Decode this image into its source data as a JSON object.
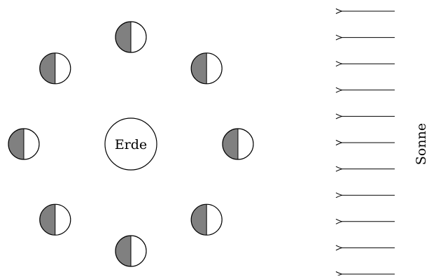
{
  "earth": {
    "label": "Erde"
  },
  "sun": {
    "label": "Sonne"
  },
  "moons": [
    {
      "name": "moon-top",
      "shaded_side": "left"
    },
    {
      "name": "moon-top-right",
      "shaded_side": "left"
    },
    {
      "name": "moon-right",
      "shaded_side": "left"
    },
    {
      "name": "moon-bottom-right",
      "shaded_side": "left"
    },
    {
      "name": "moon-bottom",
      "shaded_side": "left"
    },
    {
      "name": "moon-bottom-left",
      "shaded_side": "left"
    },
    {
      "name": "moon-left",
      "shaded_side": "left"
    },
    {
      "name": "moon-top-left",
      "shaded_side": "left"
    }
  ],
  "sunlight_arrows": {
    "count": 11,
    "direction": "left"
  },
  "colors": {
    "shadow": "#808080",
    "lit": "#ffffff",
    "stroke": "#000000"
  }
}
